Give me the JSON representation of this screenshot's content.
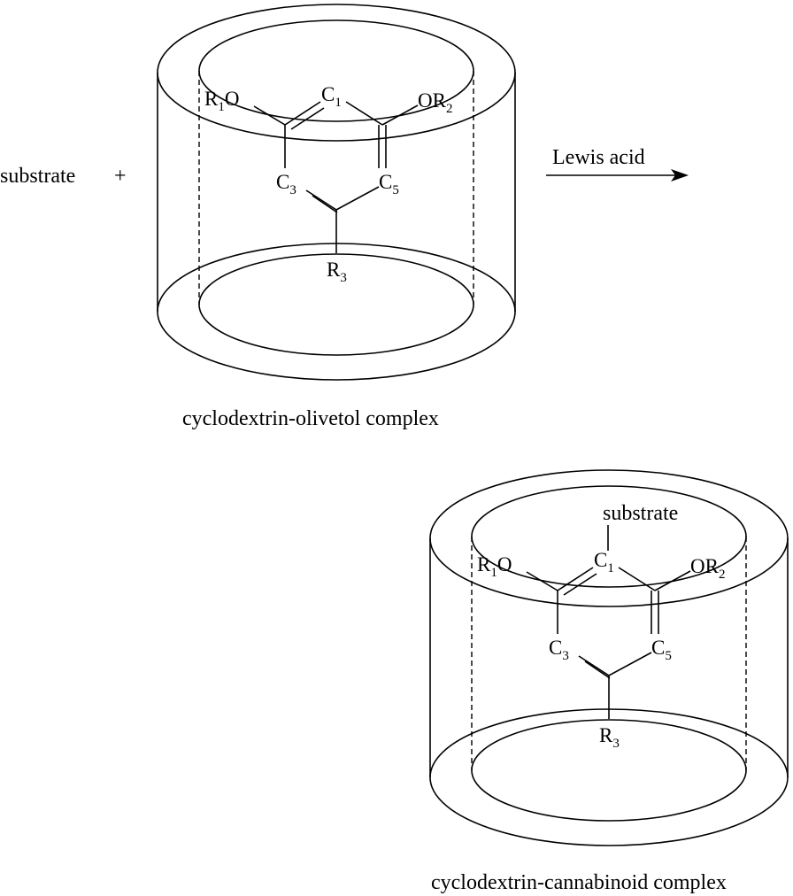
{
  "reactant": {
    "substrate_label": "substrate",
    "plus": "+"
  },
  "arrow": {
    "label": "Lewis acid"
  },
  "complex1": {
    "caption": "cyclodextrin-olivetol complex",
    "atoms": {
      "r1o": {
        "pre": "R",
        "sub": "1",
        "post": "O"
      },
      "c1": {
        "pre": "C",
        "sub": "1"
      },
      "or2": {
        "pre": "OR",
        "sub": "2"
      },
      "c3": {
        "pre": "C",
        "sub": "3"
      },
      "c5": {
        "pre": "C",
        "sub": "5"
      },
      "r3": {
        "pre": "R",
        "sub": "3"
      }
    }
  },
  "complex2": {
    "caption": "cyclodextrin-cannabinoid complex",
    "substrate_label": "substrate",
    "atoms": {
      "r1o": {
        "pre": "R",
        "sub": "1",
        "post": "O"
      },
      "c1": {
        "pre": "C",
        "sub": "1"
      },
      "or2": {
        "pre": "OR",
        "sub": "2"
      },
      "c3": {
        "pre": "C",
        "sub": "3"
      },
      "c5": {
        "pre": "C",
        "sub": "5"
      },
      "r3": {
        "pre": "R",
        "sub": "3"
      }
    }
  }
}
